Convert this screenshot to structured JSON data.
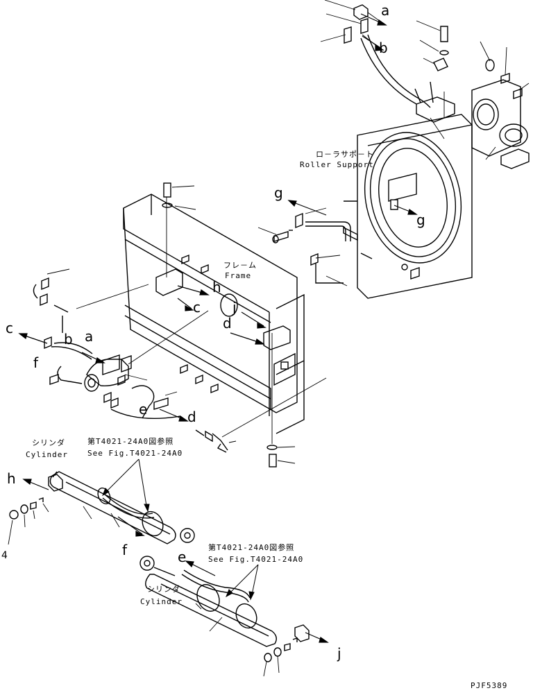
{
  "callouts": {
    "a": "a",
    "b": "b",
    "c": "c",
    "d": "d",
    "e": "e",
    "f": "f",
    "g": "g",
    "h": "h",
    "j": "j",
    "four": "4"
  },
  "labels": {
    "roller_support_jp": "ロ－ラサポ－ト",
    "roller_support_en": "Roller Support",
    "frame_jp": "フレ－ム",
    "frame_en": "Frame",
    "cylinder_jp": "シリンダ",
    "cylinder_en": "Cylinder",
    "ref_jp": "第T4021-24A0図参照",
    "ref_en": "See Fig.T4021-24A0"
  },
  "footer": {
    "code": "PJF5389"
  }
}
